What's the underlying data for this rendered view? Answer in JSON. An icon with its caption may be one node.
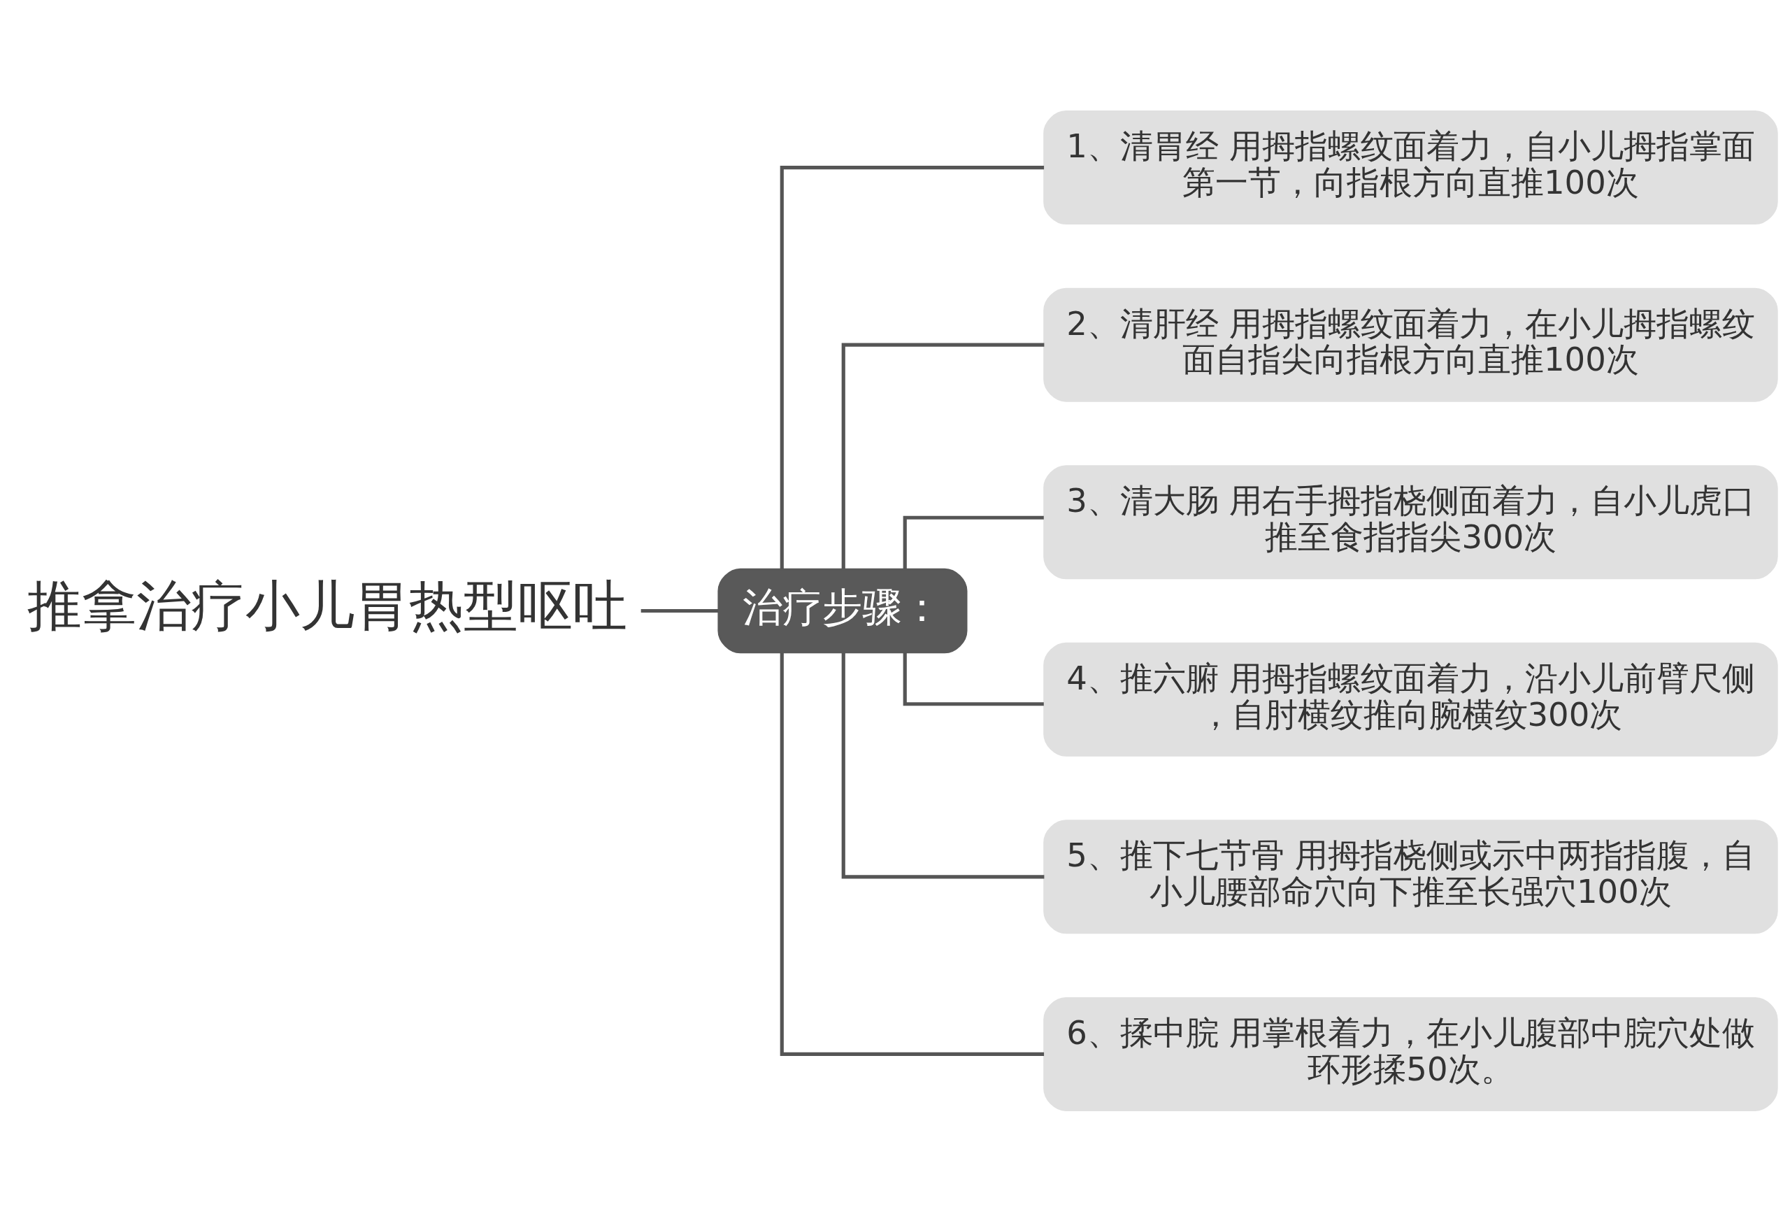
{
  "diagram": {
    "nodes": [
      {
        "text": [
          "推拿治疗小儿胃热型呕吐"
        ]
      },
      {
        "text": [
          "治疗步骤："
        ]
      },
      {
        "text": [
          "1、清胃经 用拇指螺纹面着力，自小儿拇指掌面第一节，向指根方向直推100次"
        ]
      },
      {
        "text": [
          "2、清肝经 用拇指螺纹面着力，在小儿拇指螺纹面自指尖向指根方向直推100次"
        ]
      },
      {
        "text": [
          "3、清大肠 用右手拇指桡侧面着力，自小儿虎口推至食指指尖300次"
        ]
      },
      {
        "text": [
          "4、推六腑 用拇指螺纹面着力，沿小儿前臂尺侧，自肘横纹推向腕横纹300次"
        ]
      },
      {
        "text": [
          "5、推下七节骨 用拇指桡侧或示中两指指腹，自小儿腰部命穴向下推至长强穴100次"
        ]
      },
      {
        "text": [
          "6、揉中脘 用掌根着力，在小儿腹部中脘穴处做环形揉50次。"
        ]
      }
    ],
    "edges": [
      {
        "from": 0,
        "to": 1,
        "arrow": "none"
      },
      {
        "from": 1,
        "to": 2,
        "arrow": "none"
      },
      {
        "from": 1,
        "to": 3,
        "arrow": "none"
      },
      {
        "from": 1,
        "to": 4,
        "arrow": "none"
      },
      {
        "from": 1,
        "to": 5,
        "arrow": "none"
      },
      {
        "from": 1,
        "to": 6,
        "arrow": "none"
      },
      {
        "from": 1,
        "to": 7,
        "arrow": "none"
      }
    ]
  }
}
